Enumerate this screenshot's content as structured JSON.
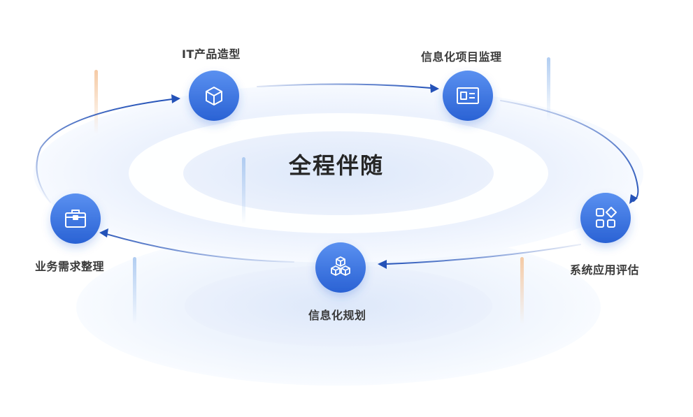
{
  "center_title": "全程伴随",
  "nodes": [
    {
      "id": "it-product",
      "label": "IT产品造型",
      "icon": "cube-icon"
    },
    {
      "id": "it-supervision",
      "label": "信息化项目监理",
      "icon": "window-card-icon"
    },
    {
      "id": "system-eval",
      "label": "系统应用评估",
      "icon": "grid-apps-icon"
    },
    {
      "id": "it-planning",
      "label": "信息化规划",
      "icon": "stacked-cubes-icon"
    },
    {
      "id": "requirements",
      "label": "业务需求整理",
      "icon": "briefcase-icon"
    }
  ],
  "colors": {
    "node_dark": "#2c68d8",
    "node_light": "#5a90f0",
    "arrow": "#2452b8",
    "ring_fill": "#e6eefb",
    "accent_orange": "#f4c49a",
    "accent_blue": "#a9c8f0"
  }
}
